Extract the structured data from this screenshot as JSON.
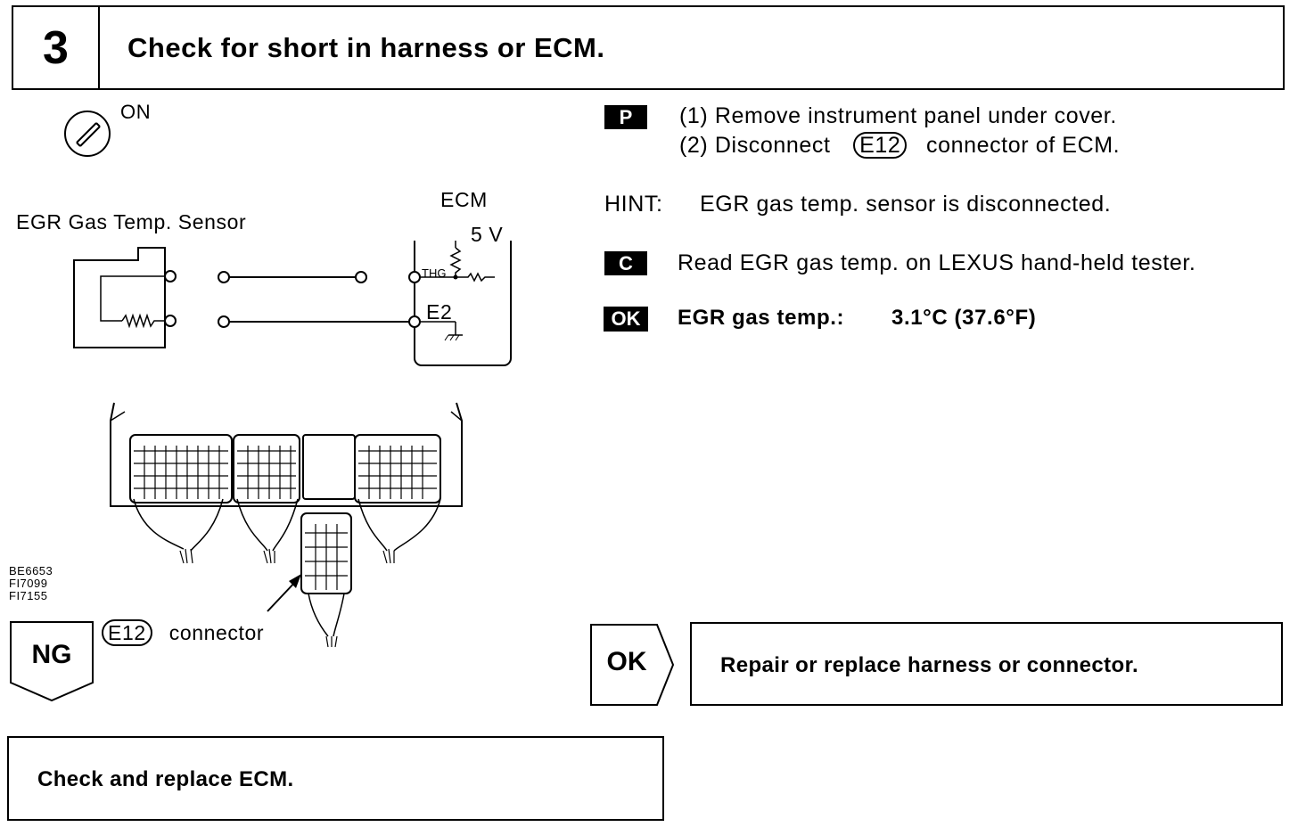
{
  "header": {
    "step": "3",
    "title": "Check for short in harness or ECM."
  },
  "ignition": {
    "label": "ON"
  },
  "diagram": {
    "sensor_label": "EGR Gas Temp. Sensor",
    "ecm_label": "ECM",
    "voltage_label": "5 V",
    "thg_label": "THG",
    "e2_label": "E2",
    "figure_codes": [
      "BE6653",
      "FI7099",
      "FI7155"
    ],
    "connector_id": "E12",
    "connector_word": "connector"
  },
  "prep": {
    "badge": "P",
    "step1": "(1) Remove instrument panel under cover.",
    "step2_prefix": "(2) Disconnect",
    "step2_connector": "E12",
    "step2_suffix": "connector of ECM."
  },
  "hint": {
    "label": "HINT:",
    "text": "EGR gas temp. sensor is disconnected."
  },
  "check": {
    "badge": "C",
    "text": "Read EGR gas temp. on LEXUS hand-held tester."
  },
  "ok_spec": {
    "badge": "OK",
    "label": "EGR gas temp.:",
    "value": "3.1°C (37.6°F)"
  },
  "ng_result": {
    "label": "NG",
    "action": "Check and replace ECM."
  },
  "ok_result": {
    "label": "OK",
    "action": "Repair or replace harness or connector."
  }
}
